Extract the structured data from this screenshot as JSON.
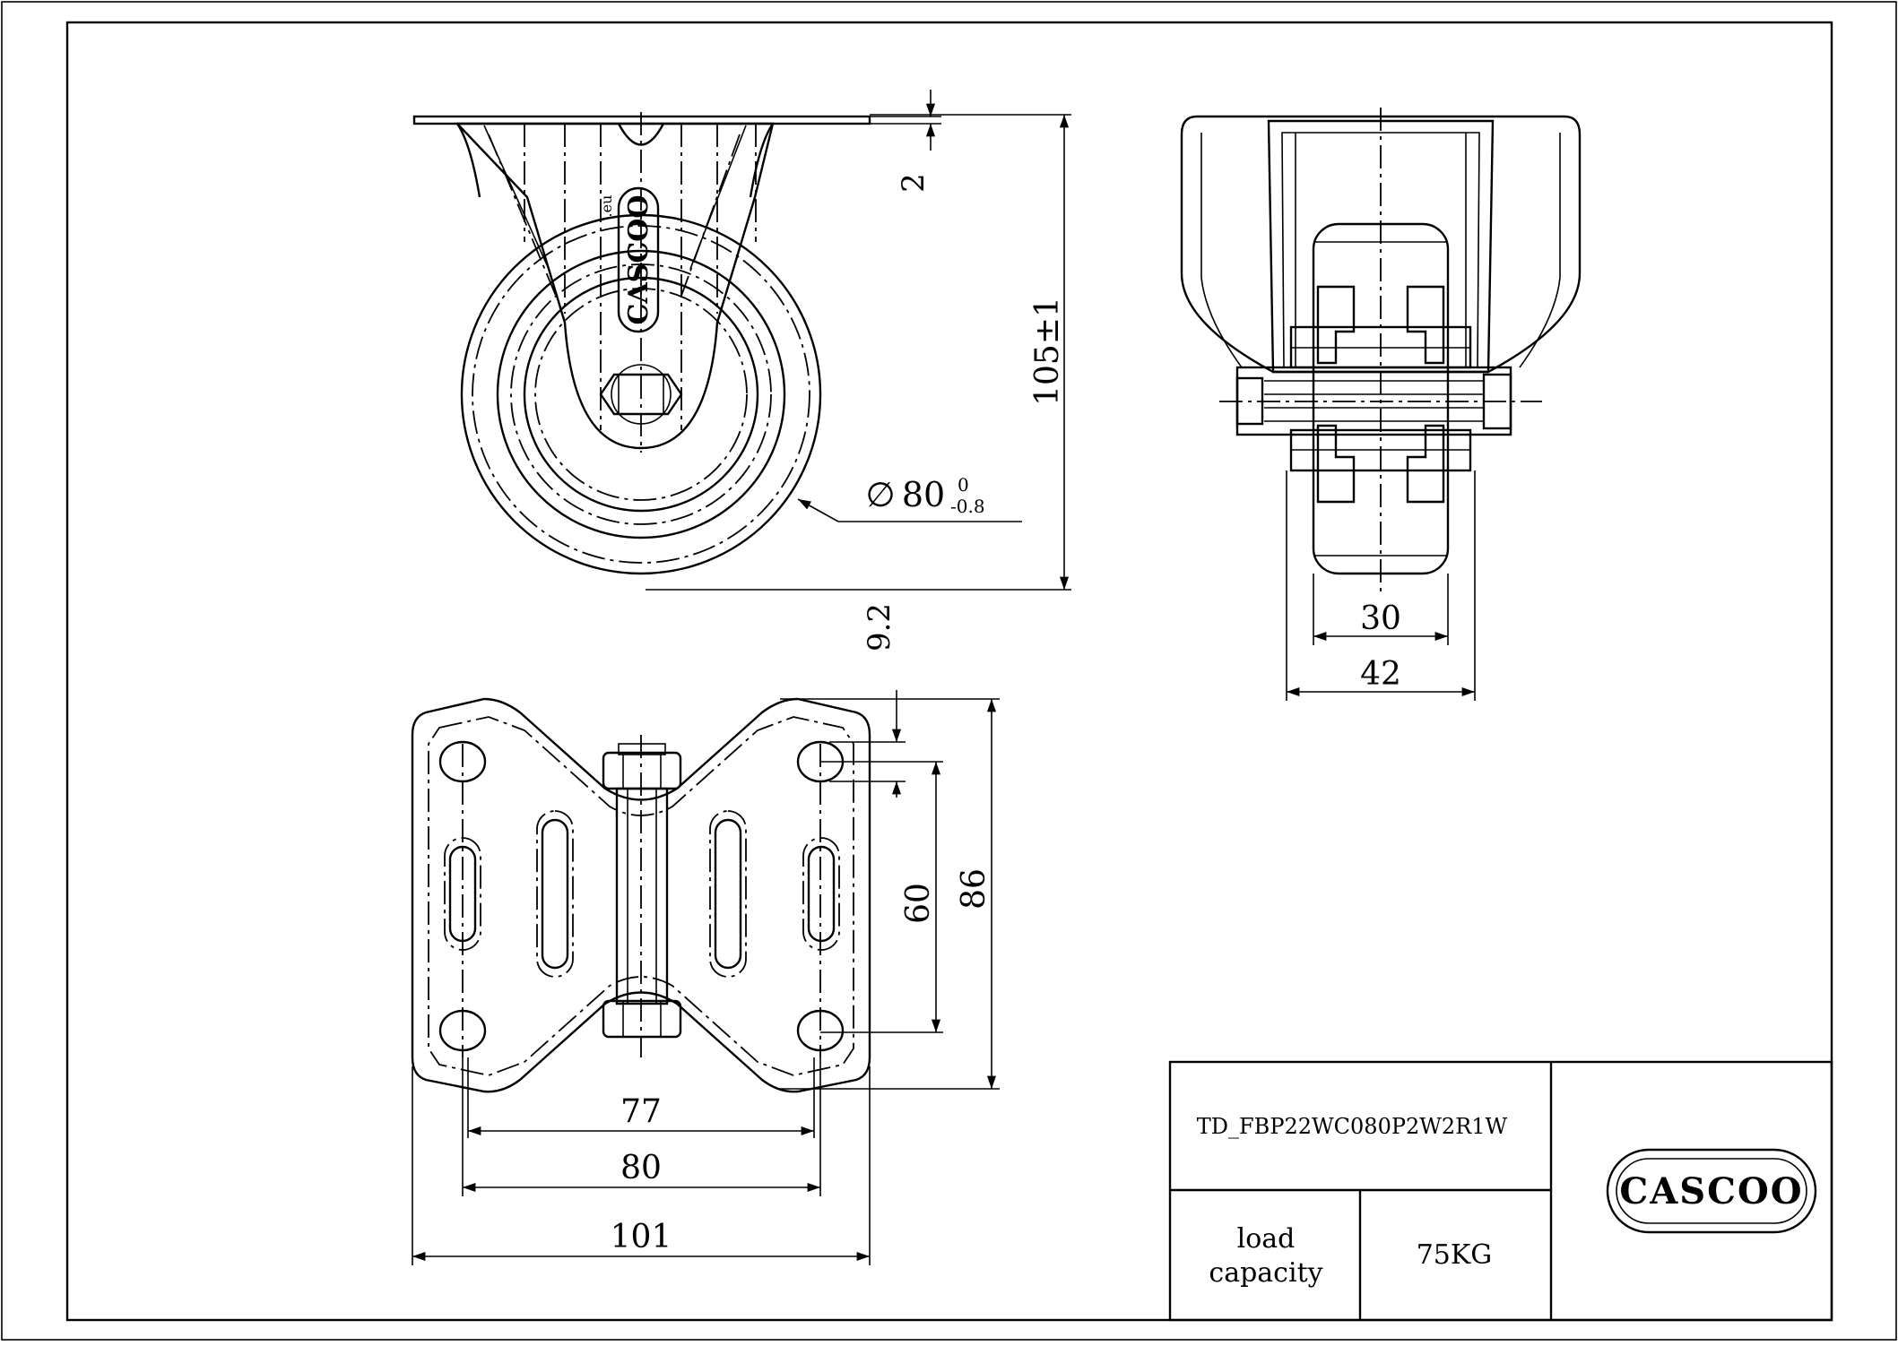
{
  "title_block": {
    "part_number": "TD_FBP22WC080P2W2R1W",
    "load_label_line1": "load",
    "load_label_line2": "capacity",
    "load_value": "75KG",
    "brand_logo_text": "CASCOO"
  },
  "front_view": {
    "stamp_text": "CASCOO",
    "stamp_suffix": ".eu",
    "dim_plate_thickness": "2",
    "dim_height": "105±1",
    "dim_diameter_symbol": "∅",
    "dim_diameter": "80",
    "dim_diameter_tol_upper": "0",
    "dim_diameter_tol_lower": "-0.8"
  },
  "side_view": {
    "dim_wheel_width": "30",
    "dim_overall_width": "42"
  },
  "top_view": {
    "dim_hole_diameter": "9.2",
    "dim_hole_spacing_y": "60",
    "dim_plate_depth": "86",
    "dim_hole_spacing_x1": "77",
    "dim_hole_spacing_x2": "80",
    "dim_plate_width": "101"
  }
}
